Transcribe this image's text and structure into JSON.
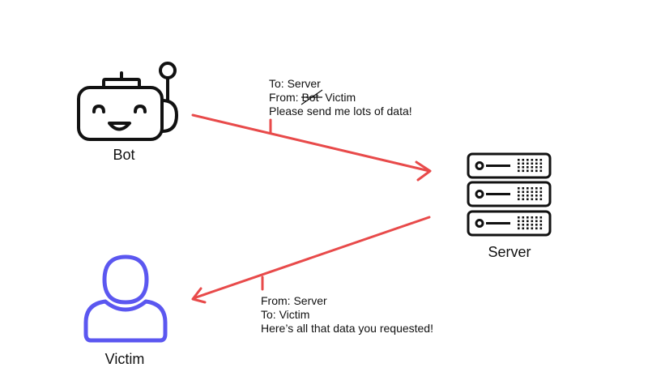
{
  "nodes": {
    "bot": {
      "label": "Bot"
    },
    "server": {
      "label": "Server"
    },
    "victim": {
      "label": "Victim"
    }
  },
  "messages": {
    "request": {
      "to": "To: Server",
      "from_prefix": "From: ",
      "from_struck": "Bot",
      "from_spoofed": "Victim",
      "body": "Please send me lots of data!"
    },
    "response": {
      "from": "From: Server",
      "to": "To: Victim",
      "body": "Here’s all that data you requested!"
    }
  },
  "colors": {
    "arrow": "#e84a4a",
    "victim": "#5b57f0",
    "icon": "#111111"
  }
}
